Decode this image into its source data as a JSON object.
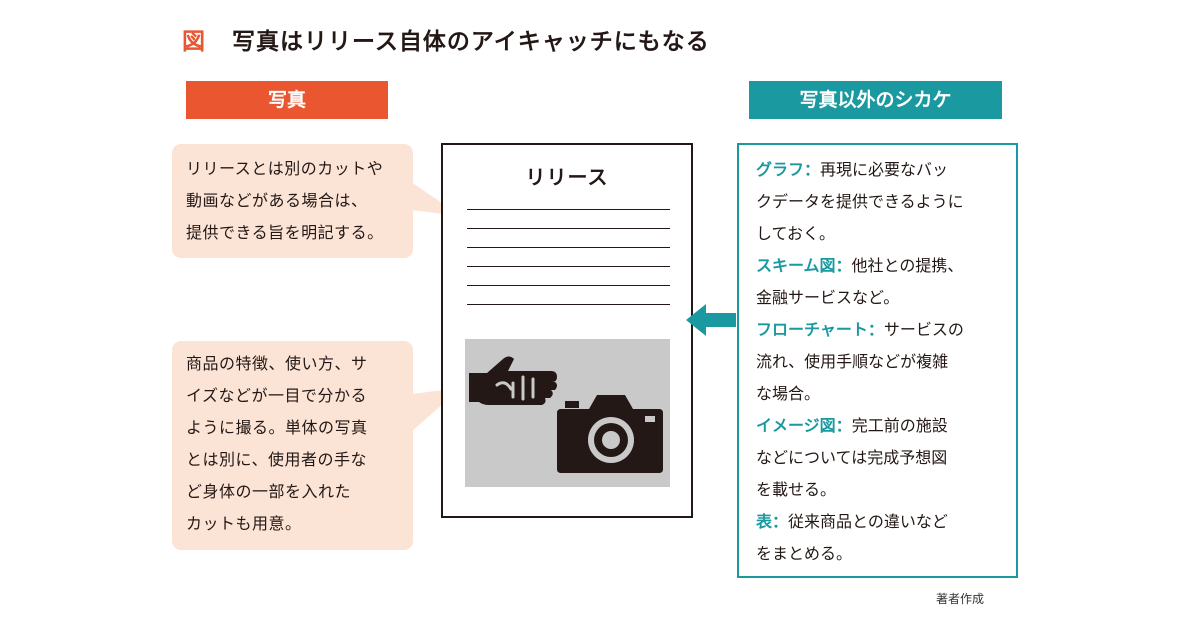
{
  "title": {
    "fig": "図",
    "text": "写真はリリース自体のアイキャッチにもなる"
  },
  "headers": {
    "left": "写真",
    "right": "写真以外のシカケ"
  },
  "bubble_top": [
    "リリースとは別のカットや",
    "動画などがある場合は、",
    "提供できる旨を明記する。"
  ],
  "bubble_bottom": [
    "商品の特徴、使い方、サ",
    "イズなどが一目で分かる",
    "ように撮る。単体の写真",
    "とは別に、使用者の手な",
    "ど身体の一部を入れた",
    "カットも用意。"
  ],
  "document": {
    "title": "リリース"
  },
  "info_lines": [
    {
      "term": "グラフ：",
      "text": "再現に必要なバッ"
    },
    {
      "term": "",
      "text": "クデータを提供できるように"
    },
    {
      "term": "",
      "text": "しておく。"
    },
    {
      "term": "スキーム図：",
      "text": "他社との提携、"
    },
    {
      "term": "",
      "text": "金融サービスなど。"
    },
    {
      "term": "フローチャート：",
      "text": "サービスの"
    },
    {
      "term": "",
      "text": "流れ、使用手順などが複雑"
    },
    {
      "term": "",
      "text": "な場合。"
    },
    {
      "term": "イメージ図：",
      "text": "完工前の施設"
    },
    {
      "term": "",
      "text": "などについては完成予想図"
    },
    {
      "term": "",
      "text": "を載せる。"
    },
    {
      "term": "表：",
      "text": "従来商品との違いなど"
    },
    {
      "term": "",
      "text": "をまとめる。"
    }
  ],
  "credit": "著者作成",
  "icons": {
    "hand": "hand-icon",
    "camera": "camera-icon",
    "arrow": "arrow-left-icon"
  },
  "colors": {
    "accent_orange": "#e9562f",
    "accent_teal": "#1a9aa0",
    "bubble": "#fbe3d6",
    "photo_bg": "#c9c9c9",
    "ink": "#231815"
  }
}
